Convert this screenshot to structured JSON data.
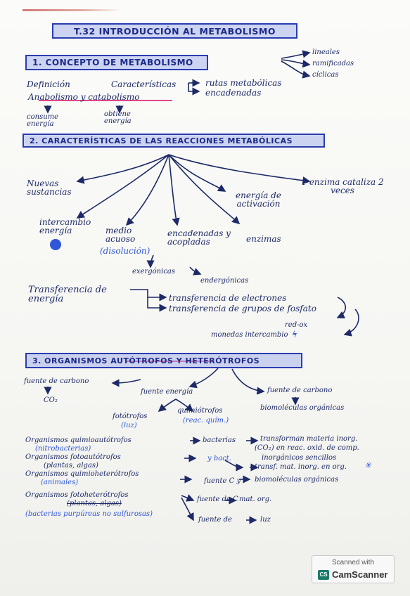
{
  "title": "T.32 INTRODUCCIÓN AL METABOLISMO",
  "sec1": {
    "heading": "1. CONCEPTO DE METABOLISMO",
    "definicion": "Definición",
    "caracteristicas": "Características",
    "rutas": "rutas metabólicas",
    "encadenadas": "encadenadas",
    "lineales": "lineales",
    "ramificadas": "ramificadas",
    "ciclicas": "cíclicas",
    "anab": "Anabolismo y catabolismo",
    "consume": "consume energía",
    "obtiene": "obtiene energía"
  },
  "sec2": {
    "heading": "2. CARACTERÍSTICAS DE LAS REACCIONES METABÓLICAS",
    "nuevas": "Nuevas sustancias",
    "enzima": "1 enzima cataliza 2 veces",
    "energia_act": "energía de activación",
    "intercambio": "intercambio energía",
    "medio": "medio acuoso",
    "disolucion": "(disolución)",
    "encadenadas": "encadenadas y acopladas",
    "enzimas": "enzimas",
    "ergonicas": "exergónicas",
    "endergonicas": "endergónicas",
    "transferencia": "Transferencia de energía",
    "t_electrones": "transferencia de electrones",
    "t_grupos": "transferencia de grupos de fosfato",
    "redox": "red-ox",
    "monedas": "monedas intercambio"
  },
  "sec3": {
    "heading": "3. ORGANISMOS AUTÓTROFOS Y HETERÓTROFOS",
    "fuente_carbono_l": "fuente de carbono",
    "co2": "CO₂",
    "fuente_energia": "fuente energía",
    "fuente_carbono_r": "fuente de carbono",
    "biomoleculas": "biomoléculas orgánicas",
    "fototrofos": "fotótrofos",
    "luz": "(luz)",
    "quimiotrofos": "quimiótrofos",
    "reac": "(reac. quím.)",
    "row1_a": "Organismos quimioautótrofos",
    "row1_b": "(nitrobacterias)",
    "row1_c": "bacterias",
    "row1_d": "transforman materia inorg.",
    "row1_e": "(CO₂) en reac. oxid. de comp.",
    "row2_a": "Organismos fotoautótrofos",
    "row2_b": "(plantas, algas)",
    "row2_c": "y bact.",
    "row2_d": "inorgánicos sencillos",
    "row2_e": "transf. mat. inorg. en org.",
    "row3_a": "Organismos quimioheterótrofos",
    "row3_b": "(animales)",
    "row3_c": "fuente C y",
    "row3_d": "biomoléculas orgánicas",
    "row4_a": "Organismos fotoheterótrofos",
    "row4_b": "(plantas, algas)",
    "row4_c": "fuente de C",
    "row4_d": "mat. org.",
    "row4_e": "fuente de",
    "row4_f": "luz",
    "row4_g": "(bacterias purpúreas no sulfurosas)"
  },
  "scanner": {
    "scanned_with": "Scanned with",
    "cs": "CS",
    "name": "CamScanner"
  }
}
